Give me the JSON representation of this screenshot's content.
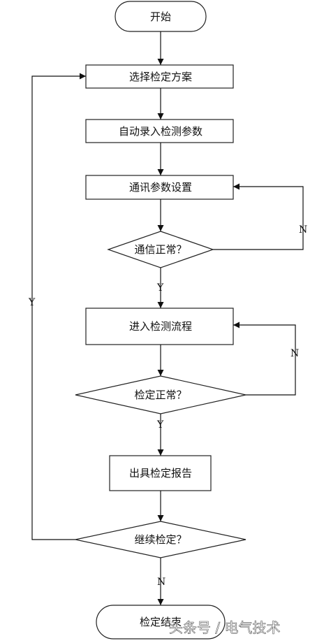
{
  "diagram": {
    "nodes": {
      "start": "开始",
      "select_scheme": "选择检定方案",
      "enter_params": "自动录入检测参数",
      "comm_setup": "通讯参数设置",
      "comm_ok": "通信正常？",
      "enter_process": "进入检测流程",
      "check_ok": "检定正常？",
      "report": "出具检定报告",
      "continue": "继续检定？",
      "end": "检定结束"
    },
    "edge_labels": {
      "comm_no": "N",
      "comm_yes": "Y",
      "check_no": "N",
      "check_yes": "Y",
      "continue_yes": "Y",
      "continue_no": "N"
    }
  },
  "watermark": "头条号 / 电气技术"
}
